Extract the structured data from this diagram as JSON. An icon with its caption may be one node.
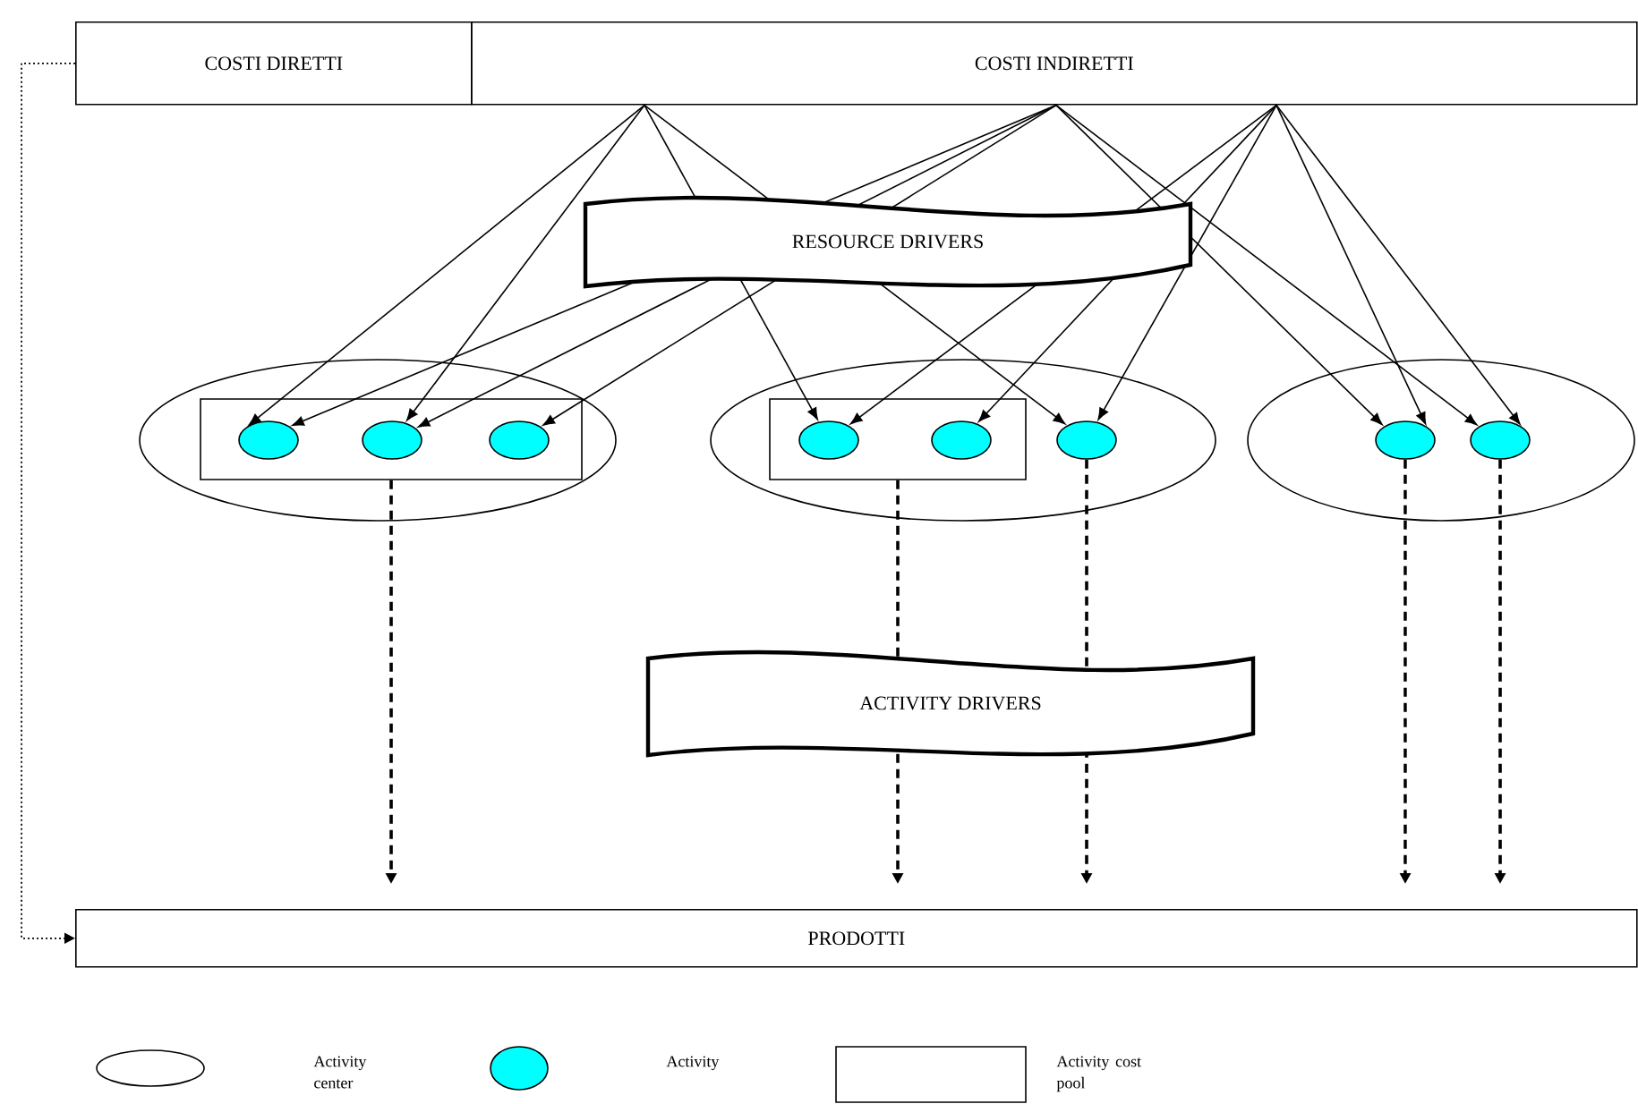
{
  "diagram": {
    "nodes": [
      {
        "text": [
          "COSTI DIRETTI"
        ]
      },
      {
        "text": [
          "COSTI INDIRETTI"
        ]
      },
      {
        "text": [],
        "shape": "ellipse"
      },
      {
        "text": [],
        "shape": "box",
        "in": 2
      },
      {
        "text": [],
        "shape": "circle",
        "in": 3
      },
      {
        "text": [],
        "shape": "circle",
        "in": 3
      },
      {
        "text": [],
        "shape": "circle",
        "in": 3
      },
      {
        "text": [],
        "shape": "ellipse"
      },
      {
        "text": [],
        "shape": "box",
        "in": 7
      },
      {
        "text": [],
        "shape": "circle",
        "in": 8
      },
      {
        "text": [],
        "shape": "circle",
        "in": 8
      },
      {
        "text": [],
        "shape": "circle",
        "in": 7
      },
      {
        "text": [],
        "shape": "ellipse"
      },
      {
        "text": [],
        "shape": "circle",
        "in": 12
      },
      {
        "text": [],
        "shape": "circle",
        "in": 12
      },
      {
        "text": [
          "PRODOTTI"
        ]
      }
    ],
    "edges": [
      {
        "from": 1,
        "to": 4,
        "arrow": "to"
      },
      {
        "from": 1,
        "to": 5,
        "arrow": "to"
      },
      {
        "from": 1,
        "to": 9,
        "arrow": "to"
      },
      {
        "from": 1,
        "to": 11,
        "arrow": "to"
      },
      {
        "from": 1,
        "to": 4,
        "arrow": "to"
      },
      {
        "from": 1,
        "to": 5,
        "arrow": "to"
      },
      {
        "from": 1,
        "to": 6,
        "arrow": "to"
      },
      {
        "from": 1,
        "to": 13,
        "arrow": "to"
      },
      {
        "from": 1,
        "to": 14,
        "arrow": "to"
      },
      {
        "from": 1,
        "to": 9,
        "arrow": "to"
      },
      {
        "from": 1,
        "to": 10,
        "arrow": "to"
      },
      {
        "from": 1,
        "to": 11,
        "arrow": "to"
      },
      {
        "from": 1,
        "to": 13,
        "arrow": "to"
      },
      {
        "from": 1,
        "to": 14,
        "arrow": "to"
      },
      {
        "from": 3,
        "to": 15,
        "arrow": "to",
        "style": "dashed"
      },
      {
        "from": 8,
        "to": 15,
        "arrow": "to",
        "style": "dashed"
      },
      {
        "from": 11,
        "to": 15,
        "arrow": "to",
        "style": "dashed"
      },
      {
        "from": 13,
        "to": 15,
        "arrow": "to",
        "style": "dashed"
      },
      {
        "from": 14,
        "to": 15,
        "arrow": "to",
        "style": "dashed"
      },
      {
        "from": 0,
        "to": 15,
        "arrow": "to",
        "style": "dashed"
      }
    ],
    "labels": [
      "RESOURCE DRIVERS",
      "ACTIVITY DRIVERS"
    ],
    "legend": [
      {
        "text": "Activity center"
      },
      {
        "text": "Activity"
      },
      {
        "text": "Activity cost pool"
      }
    ]
  }
}
